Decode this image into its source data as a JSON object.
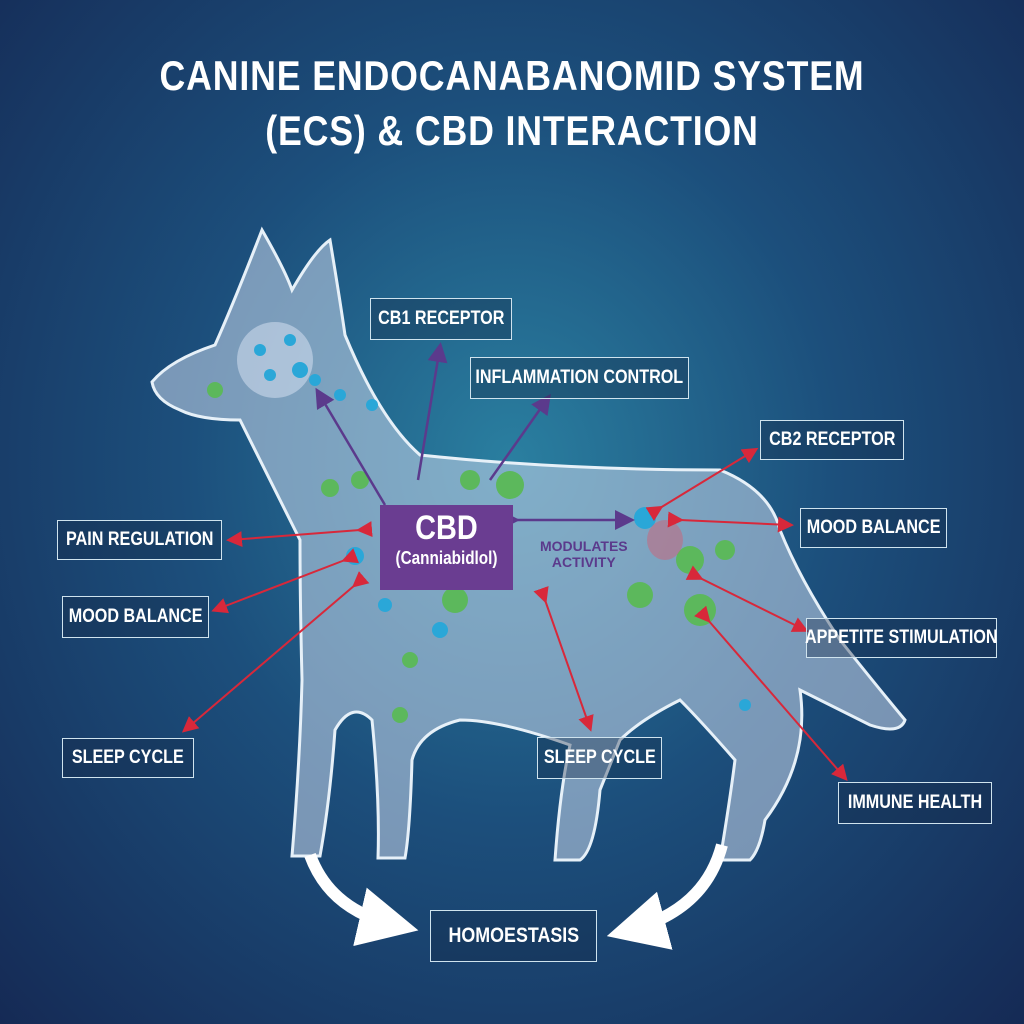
{
  "title": {
    "line1": "CANINE ENDOCANABANOMID SYSTEM",
    "line2": "(ECS) & CBD INTERACTION"
  },
  "cbd": {
    "name": "CBD",
    "full": "(Canniabidlol)",
    "note_line1": "MODULATES",
    "note_line2": "ACTIVITY"
  },
  "labels": {
    "cb1": "CB1 RECEPTOR",
    "inflammation": "INFLAMMATION CONTROL",
    "cb2": "CB2 RECEPTOR",
    "pain": "PAIN REGULATION",
    "mood_left": "MOOD BALANCE",
    "mood_right": "MOOD BALANCE",
    "appetite": "APPETITE STIMULATION",
    "sleep_left": "SLEEP CYCLE",
    "sleep_mid": "SLEEP CYCLE",
    "immune": "IMMUNE HEALTH",
    "homeostasis": "HOMOESTASIS"
  },
  "colors": {
    "cbd": "#6a3d91",
    "arrow_red": "#d8283a",
    "arrow_purple": "#5b3a8c",
    "receptor_blue": "#2aa7d8",
    "receptor_green": "#5cb85c"
  }
}
